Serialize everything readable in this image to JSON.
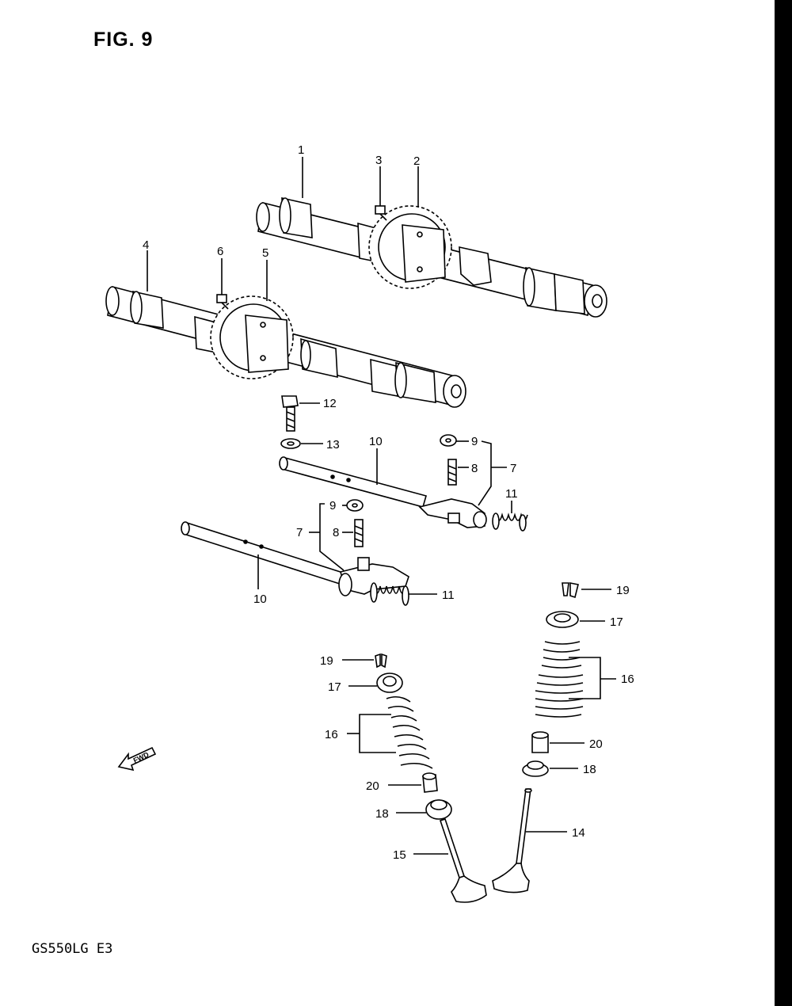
{
  "figure_title": "FIG. 9",
  "model_code": "GS550LG  E3",
  "fwd_label": "FWD",
  "callouts": [
    "1",
    "2",
    "3",
    "4",
    "5",
    "6",
    "12",
    "13",
    "10",
    "9",
    "8",
    "7",
    "11",
    "9",
    "8",
    "7",
    "11",
    "10",
    "19",
    "17",
    "16",
    "20",
    "18",
    "14",
    "19",
    "17",
    "16",
    "20",
    "18",
    "15"
  ]
}
